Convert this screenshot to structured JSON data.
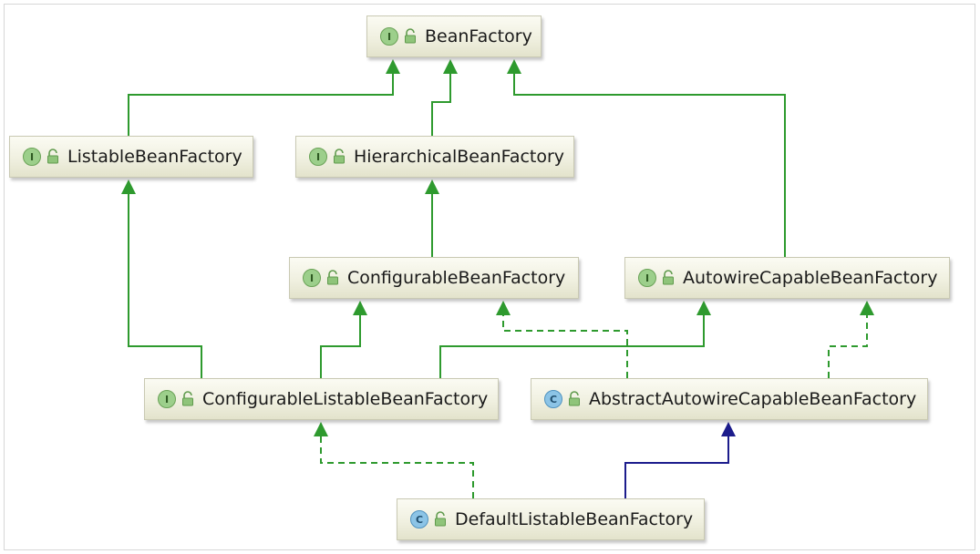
{
  "diagram": {
    "nodes": [
      {
        "id": "bean-factory",
        "label": "BeanFactory",
        "kind": "interface",
        "badge": "I"
      },
      {
        "id": "listable-bean-factory",
        "label": "ListableBeanFactory",
        "kind": "interface",
        "badge": "I"
      },
      {
        "id": "hierarchical-bean-factory",
        "label": "HierarchicalBeanFactory",
        "kind": "interface",
        "badge": "I"
      },
      {
        "id": "configurable-bean-factory",
        "label": "ConfigurableBeanFactory",
        "kind": "interface",
        "badge": "I"
      },
      {
        "id": "autowire-capable-bean-factory",
        "label": "AutowireCapableBeanFactory",
        "kind": "interface",
        "badge": "I"
      },
      {
        "id": "configurable-listable-bean-factory",
        "label": "ConfigurableListableBeanFactory",
        "kind": "interface",
        "badge": "I"
      },
      {
        "id": "abstract-autowire-capable-bean-factory",
        "label": "AbstractAutowireCapableBeanFactory",
        "kind": "class",
        "badge": "C"
      },
      {
        "id": "default-listable-bean-factory",
        "label": "DefaultListableBeanFactory",
        "kind": "class",
        "badge": "C"
      }
    ],
    "edges": [
      {
        "from": "listable-bean-factory",
        "to": "bean-factory",
        "type": "extends"
      },
      {
        "from": "hierarchical-bean-factory",
        "to": "bean-factory",
        "type": "extends"
      },
      {
        "from": "autowire-capable-bean-factory",
        "to": "bean-factory",
        "type": "extends"
      },
      {
        "from": "configurable-bean-factory",
        "to": "hierarchical-bean-factory",
        "type": "extends"
      },
      {
        "from": "configurable-listable-bean-factory",
        "to": "listable-bean-factory",
        "type": "extends"
      },
      {
        "from": "configurable-listable-bean-factory",
        "to": "configurable-bean-factory",
        "type": "extends"
      },
      {
        "from": "configurable-listable-bean-factory",
        "to": "autowire-capable-bean-factory",
        "type": "extends"
      },
      {
        "from": "abstract-autowire-capable-bean-factory",
        "to": "configurable-bean-factory",
        "type": "implements"
      },
      {
        "from": "abstract-autowire-capable-bean-factory",
        "to": "autowire-capable-bean-factory",
        "type": "implements"
      },
      {
        "from": "default-listable-bean-factory",
        "to": "configurable-listable-bean-factory",
        "type": "implements"
      },
      {
        "from": "default-listable-bean-factory",
        "to": "abstract-autowire-capable-bean-factory",
        "type": "class-extends"
      }
    ],
    "colors": {
      "interface_edge": "#2e9a2e",
      "class_edge": "#1c1c8c",
      "interface_badge": "#9ccf8b",
      "class_badge": "#8cc4e6"
    },
    "icons": {
      "interface": "interface-badge-icon",
      "class": "class-badge-icon",
      "visibility": "lock-icon"
    }
  }
}
